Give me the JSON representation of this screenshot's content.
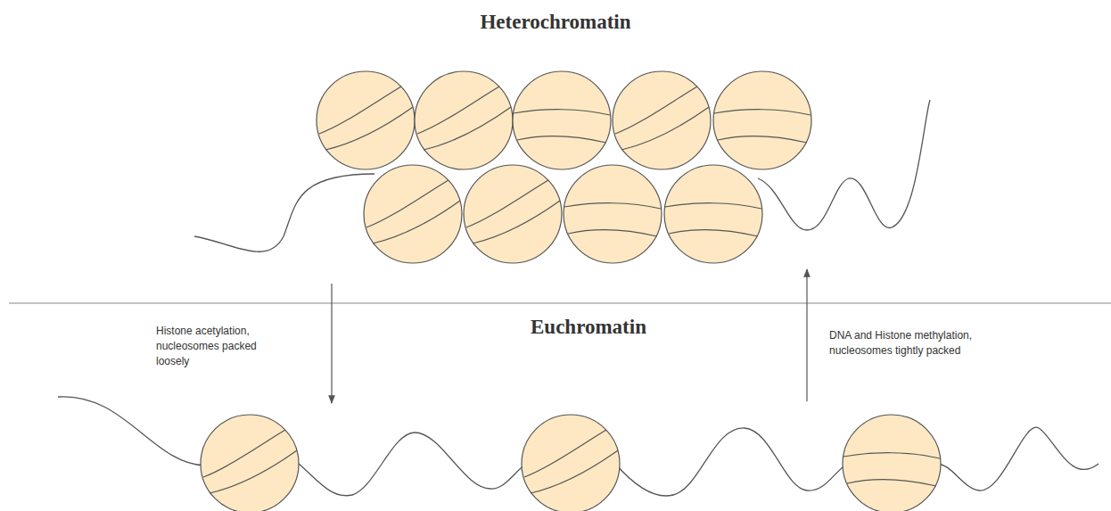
{
  "diagram": {
    "labels": [
      "Heterochromatin",
      "Euchromatin",
      "Histone acetylation, nucleosomes packed loosely",
      "DNA and Histone methylation, nucleosomes tightly packed"
    ]
  }
}
